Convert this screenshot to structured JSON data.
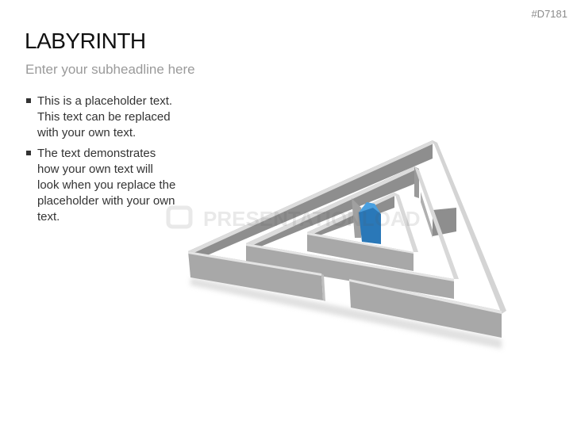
{
  "slide": {
    "code": "#D7181",
    "title": "LABYRINTH",
    "subheadline": "Enter your subheadline here",
    "bullets": [
      "This is a placeholder text. This text can be replaced with your own text.",
      "The text demonstrates how your own text will look when you replace the placeholder with your own text."
    ],
    "watermark": "PRESENTATIONLOAD",
    "colors": {
      "wall_top": "#d8d8d8",
      "wall_face": "#a8a8a8",
      "wall_inner": "#8e8e8e",
      "pillar": "#2a78b8",
      "pillar_top": "#4aa0e0"
    }
  }
}
